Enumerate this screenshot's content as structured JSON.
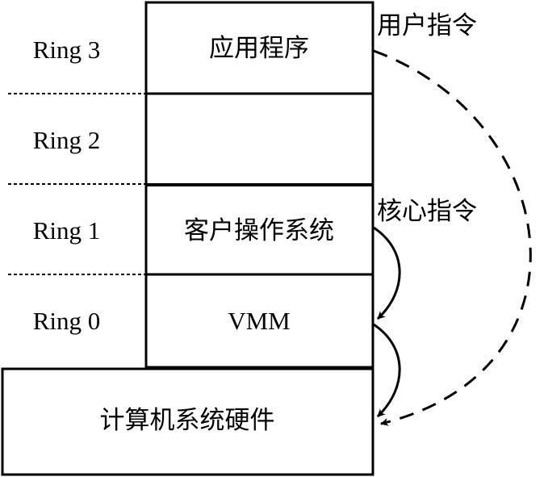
{
  "rings": [
    {
      "label": "Ring 3",
      "layer": "应用程序"
    },
    {
      "label": "Ring 2",
      "layer": ""
    },
    {
      "label": "Ring 1",
      "layer": "客户操作系统"
    },
    {
      "label": "Ring 0",
      "layer": "VMM"
    }
  ],
  "hardware": "计算机系统硬件",
  "annotations": {
    "user_instructions": "用户指令",
    "kernel_instructions": "核心指令"
  },
  "colors": {
    "stroke": "#000000",
    "background": "#ffffff"
  }
}
